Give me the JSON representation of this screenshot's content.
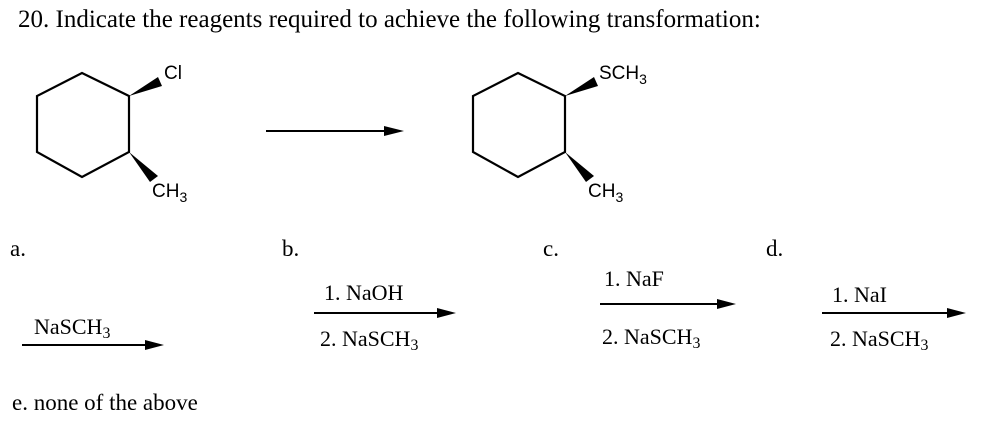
{
  "question": {
    "number": "20.",
    "text": "Indicate the reagents required to achieve the following transformation:"
  },
  "reaction": {
    "reactant": {
      "substituent_top": "Cl",
      "substituent_bottom_main": "CH",
      "substituent_bottom_sub": "3"
    },
    "product": {
      "substituent_top_main": "SCH",
      "substituent_top_sub": "3",
      "substituent_bottom_main": "CH",
      "substituent_bottom_sub": "3"
    }
  },
  "options": {
    "a": {
      "letter": "a.",
      "reagent_main": "NaSCH",
      "reagent_sub": "3"
    },
    "b": {
      "letter": "b.",
      "step1": "1. NaOH",
      "step2_main": "2. NaSCH",
      "step2_sub": "3"
    },
    "c": {
      "letter": "c.",
      "step1": "1. NaF",
      "step2_main": "2. NaSCH",
      "step2_sub": "3"
    },
    "d": {
      "letter": "d.",
      "step1": "1. NaI",
      "step2_main": "2. NaSCH",
      "step2_sub": "3"
    },
    "e": {
      "text": "e. none of the above"
    }
  }
}
